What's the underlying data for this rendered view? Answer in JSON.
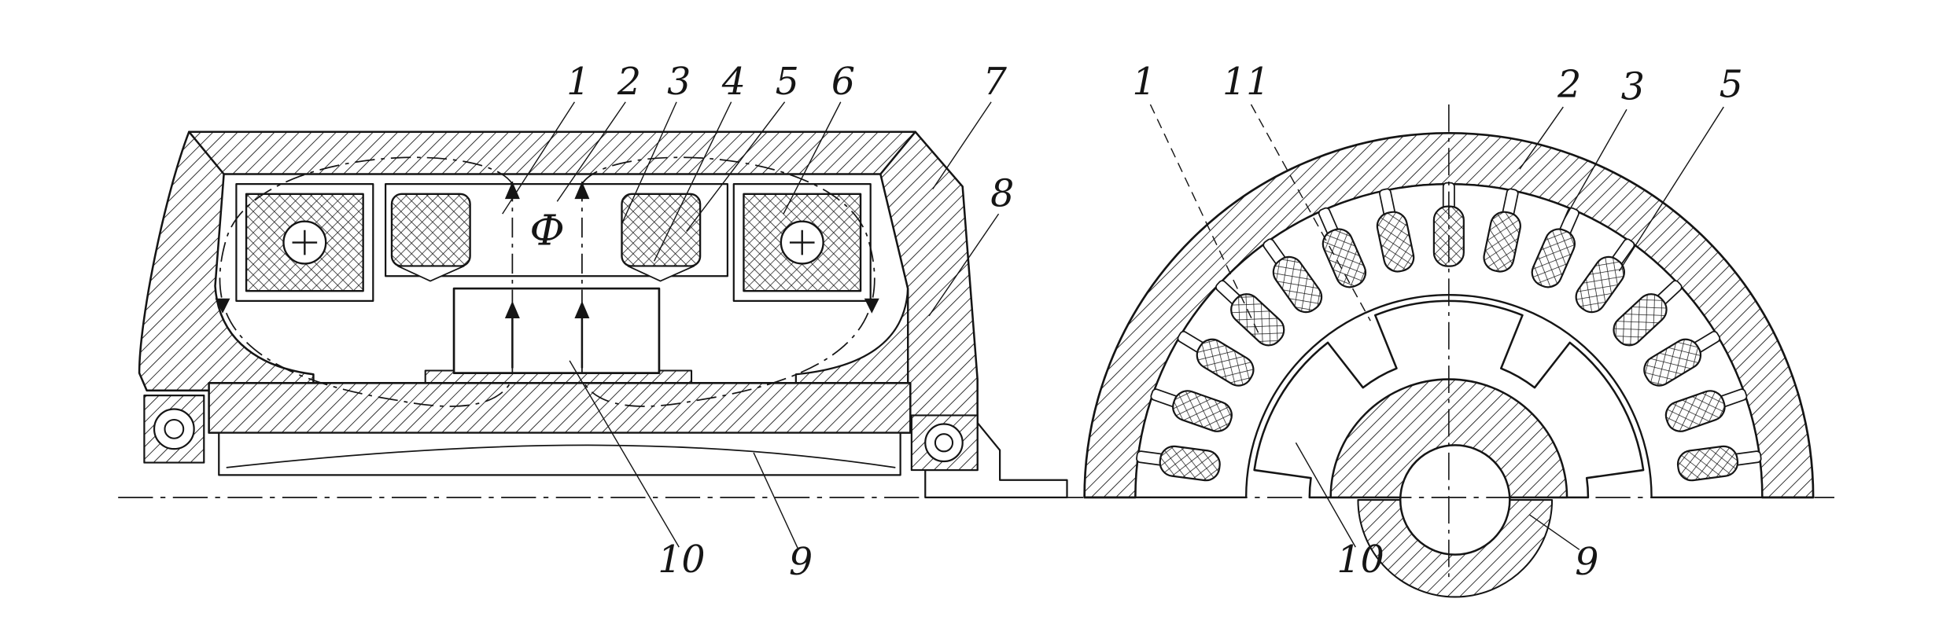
{
  "figure": {
    "background": "#ffffff",
    "ink": "#151515",
    "flux_label": "Ф",
    "left_view": {
      "name": "motor-axial-cross-section",
      "top_labels": [
        "1",
        "2",
        "3",
        "4",
        "5",
        "6"
      ],
      "side_labels": [
        "7",
        "8"
      ],
      "bottom_labels": [
        "10",
        "9"
      ]
    },
    "right_view": {
      "name": "motor-front-cross-section",
      "top_labels": [
        "1",
        "11",
        "2",
        "3",
        "5"
      ],
      "bottom_labels": [
        "10",
        "9"
      ]
    }
  }
}
